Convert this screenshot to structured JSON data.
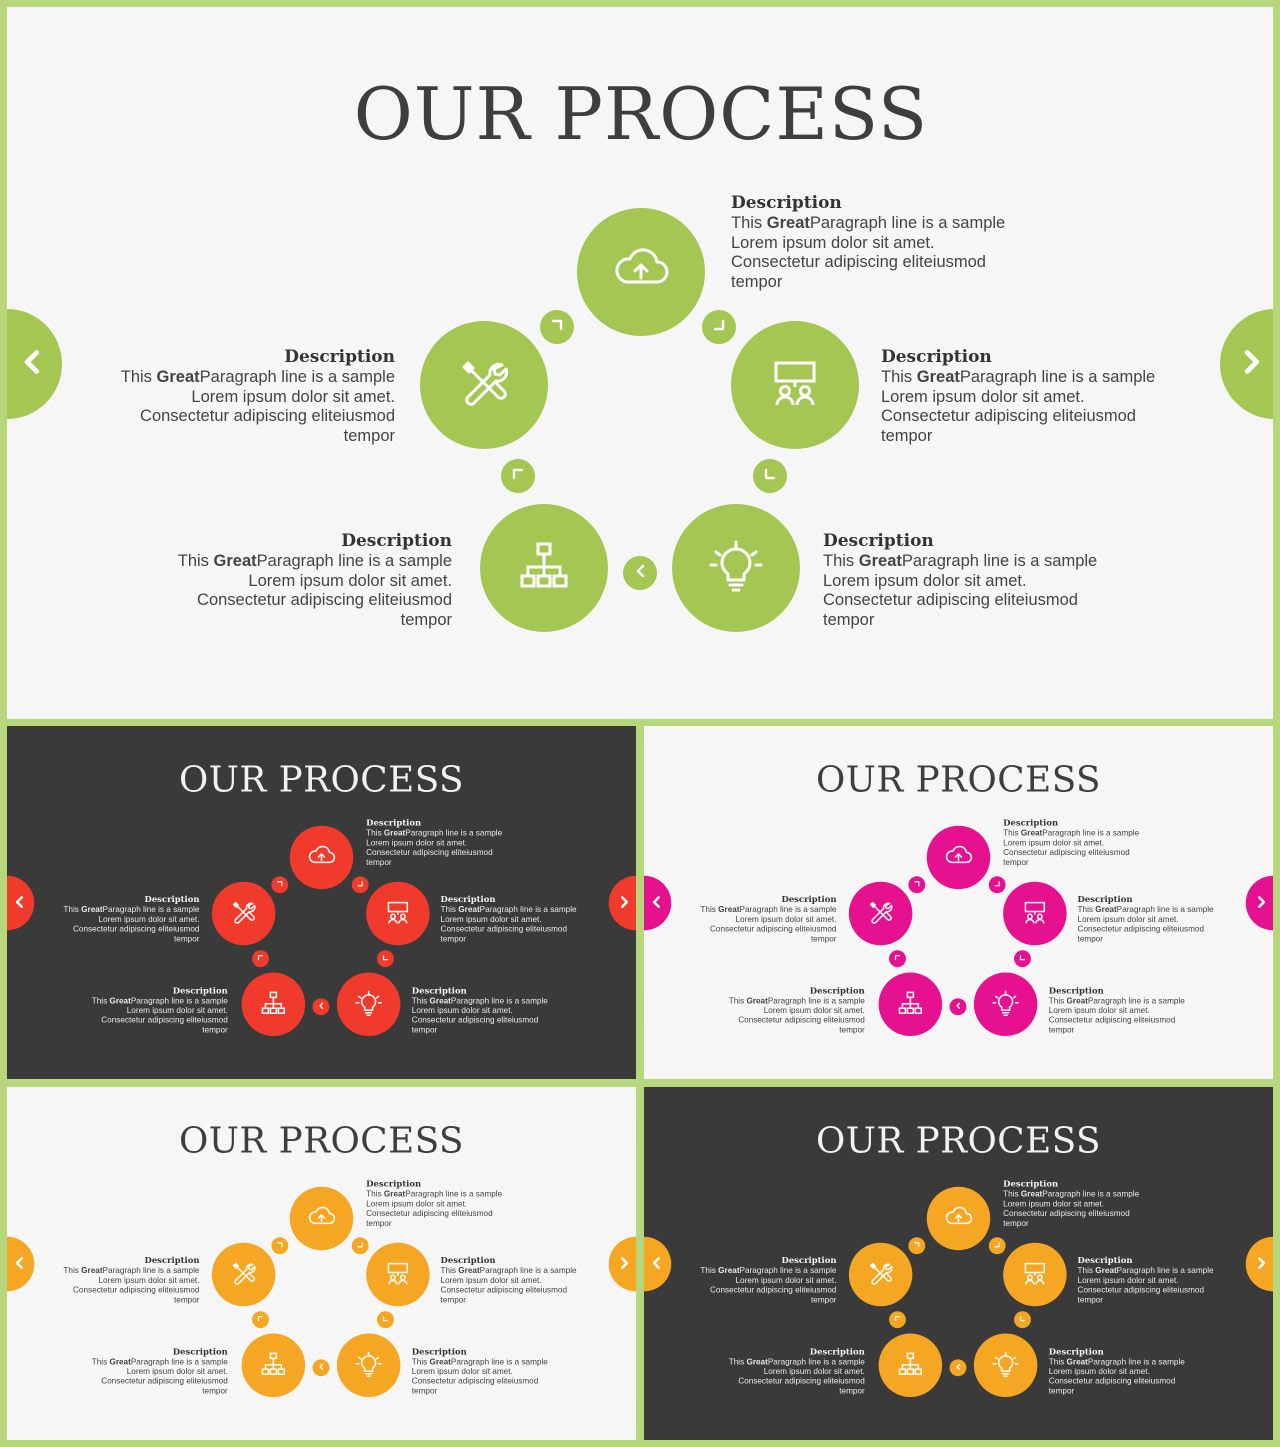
{
  "slides": [
    {
      "theme": "light",
      "accent": "#a3c752",
      "title": "OUR PROCESS"
    },
    {
      "theme": "dark",
      "accent": "#f03b2c",
      "title": "OUR PROCESS"
    },
    {
      "theme": "light",
      "accent": "#e6118f",
      "title": "OUR PROCESS"
    },
    {
      "theme": "light",
      "accent": "#f5a623",
      "title": "OUR PROCESS"
    },
    {
      "theme": "dark",
      "accent": "#f5a623",
      "title": "OUR PROCESS"
    }
  ],
  "steps": [
    {
      "icon": "cloud-upload-icon",
      "heading": "Description",
      "pre": "This ",
      "bold": "Great",
      "post": "Paragraph line is a sample",
      "line2": "Lorem ipsum dolor sit amet.",
      "line3": "Consectetur adipiscing eliteiusmod",
      "line4": "tempor"
    },
    {
      "icon": "presentation-people-icon",
      "heading": "Description",
      "pre": "This ",
      "bold": "Great",
      "post": "Paragraph line is a sample",
      "line2": "Lorem ipsum dolor sit amet.",
      "line3": "Consectetur adipiscing eliteiusmod",
      "line4": "tempor"
    },
    {
      "icon": "lightbulb-icon",
      "heading": "Description",
      "pre": "This ",
      "bold": "Great",
      "post": "Paragraph line is a sample",
      "line2": "Lorem ipsum dolor sit amet.",
      "line3": "Consectetur adipiscing eliteiusmod",
      "line4": "tempor"
    },
    {
      "icon": "org-chart-icon",
      "heading": "Description",
      "pre": "This ",
      "bold": "Great",
      "post": "Paragraph line is a sample",
      "line2": "Lorem ipsum dolor sit amet.",
      "line3": "Consectetur adipiscing eliteiusmod",
      "line4": "tempor"
    },
    {
      "icon": "tools-icon",
      "heading": "Description",
      "pre": "This ",
      "bold": "Great",
      "post": "Paragraph line is a sample",
      "line2": "Lorem ipsum dolor sit amet.",
      "line3": "Consectetur adipiscing eliteiusmod",
      "line4": "tempor"
    }
  ],
  "connectors": [
    {
      "icon": "corner-arrow-icon"
    },
    {
      "icon": "corner-arrow-icon"
    },
    {
      "icon": "chevron-left-icon"
    },
    {
      "icon": "corner-arrow-icon"
    },
    {
      "icon": "corner-arrow-icon"
    }
  ],
  "nav": {
    "prev_icon": "chevron-left-icon",
    "next_icon": "chevron-right-icon"
  }
}
